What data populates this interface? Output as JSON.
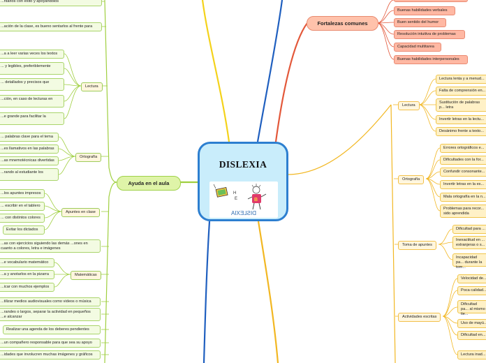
{
  "center": {
    "title": "DISLEXIA",
    "image": {
      "icon": "dyslexia-illustration",
      "mirrored_text": "DISLEXIA"
    }
  },
  "ayuda": {
    "title": "Ayuda en el aula",
    "top_items": [
      "...ntarios con éxito y apoyándolos",
      "...ación de la clase, es bueno sentarlos al frente para"
    ],
    "lectura": {
      "label": "Lectura",
      "items": [
        "...a a leer varias veces los textos",
        "... y legibles, preferiblemente",
        "... detallados y precisos que",
        "...ción, en caso de lecturas en",
        "...e grande para facilitar la"
      ]
    },
    "ortografia": {
      "label": "Ortografía",
      "items": [
        "... palabras clave para el tema",
        "...es llamativos en las palabras",
        "...as mnemotécnicas divertidas",
        "...rando al estudiante los"
      ]
    },
    "apuntes": {
      "label": "Apuntes en clase",
      "items": [
        "...los apuntes impresos",
        "... escribir en el tablero",
        "... con distintos colores",
        "Evitar los dictados"
      ]
    },
    "middle_item": "...as con ejercicios siguiendo las demás ...ones en cuanto a colores, letra e imágenes",
    "matematicas": {
      "label": "Matemáticas",
      "items": [
        "...e vocabulario matemático",
        "...a y anotarlos en la pizarra",
        "...icar con muchos ejemplos"
      ]
    },
    "bottom_items": [
      "...tilizar medios audiovisuales como videos o música",
      "...randes o largos, separar la actividad en pequeños ...e alcanzar",
      "Realizar una agenda de los deberes pendientes",
      "...un compañero responsable para que sea su apoyo",
      "...idades que involucren muchas imágenes y gráficos"
    ]
  },
  "fortalezas": {
    "title": "Fortalezas comunes",
    "items": [
      "Buenas habilidades verbales",
      "Buen sentido del humor",
      "Resolución intuitiva de problemas",
      "Capacidad multitarea",
      "Buenas habilidades interpersonales"
    ]
  },
  "dificultades": {
    "lectura": {
      "label": "Lectura",
      "items": [
        "Lectura lenta y a menud...",
        "Falta de comprensión en...",
        "Sustitución de palabras p... letra",
        "Invertir letras en la lectu...",
        "Desánimo frente a texto..."
      ]
    },
    "ortografia": {
      "label": "Ortografía",
      "items": [
        "Errores ortográficos e...",
        "Dificultades con la for...",
        "Confundir consonante...",
        "Invertir letras en la es...",
        "Mala ortografía en la n...",
        "Problemas para recor... sido aprendida"
      ]
    },
    "apuntes": {
      "label": "Toma de apuntes",
      "items": [
        "Dificultad para ...",
        "Inexactitud en ... extranjeras o s...",
        "Incapacidad pa... durante la tom..."
      ]
    },
    "escritas": {
      "label": "Actividades escritas",
      "items": [
        "Velocidad de...",
        "Poca calidad...",
        "Dificultad pa... al mismo tie...",
        "Uso de mayú...",
        "Dificultad en...",
        "Lectura inad..."
      ]
    }
  },
  "colors": {
    "green_branch": "#9fcf3f",
    "orange_branch": "#f2b722",
    "pink_branch": "#e3583a",
    "blue_branch": "#1f5fbf",
    "yellow_branch": "#f4d21a"
  }
}
